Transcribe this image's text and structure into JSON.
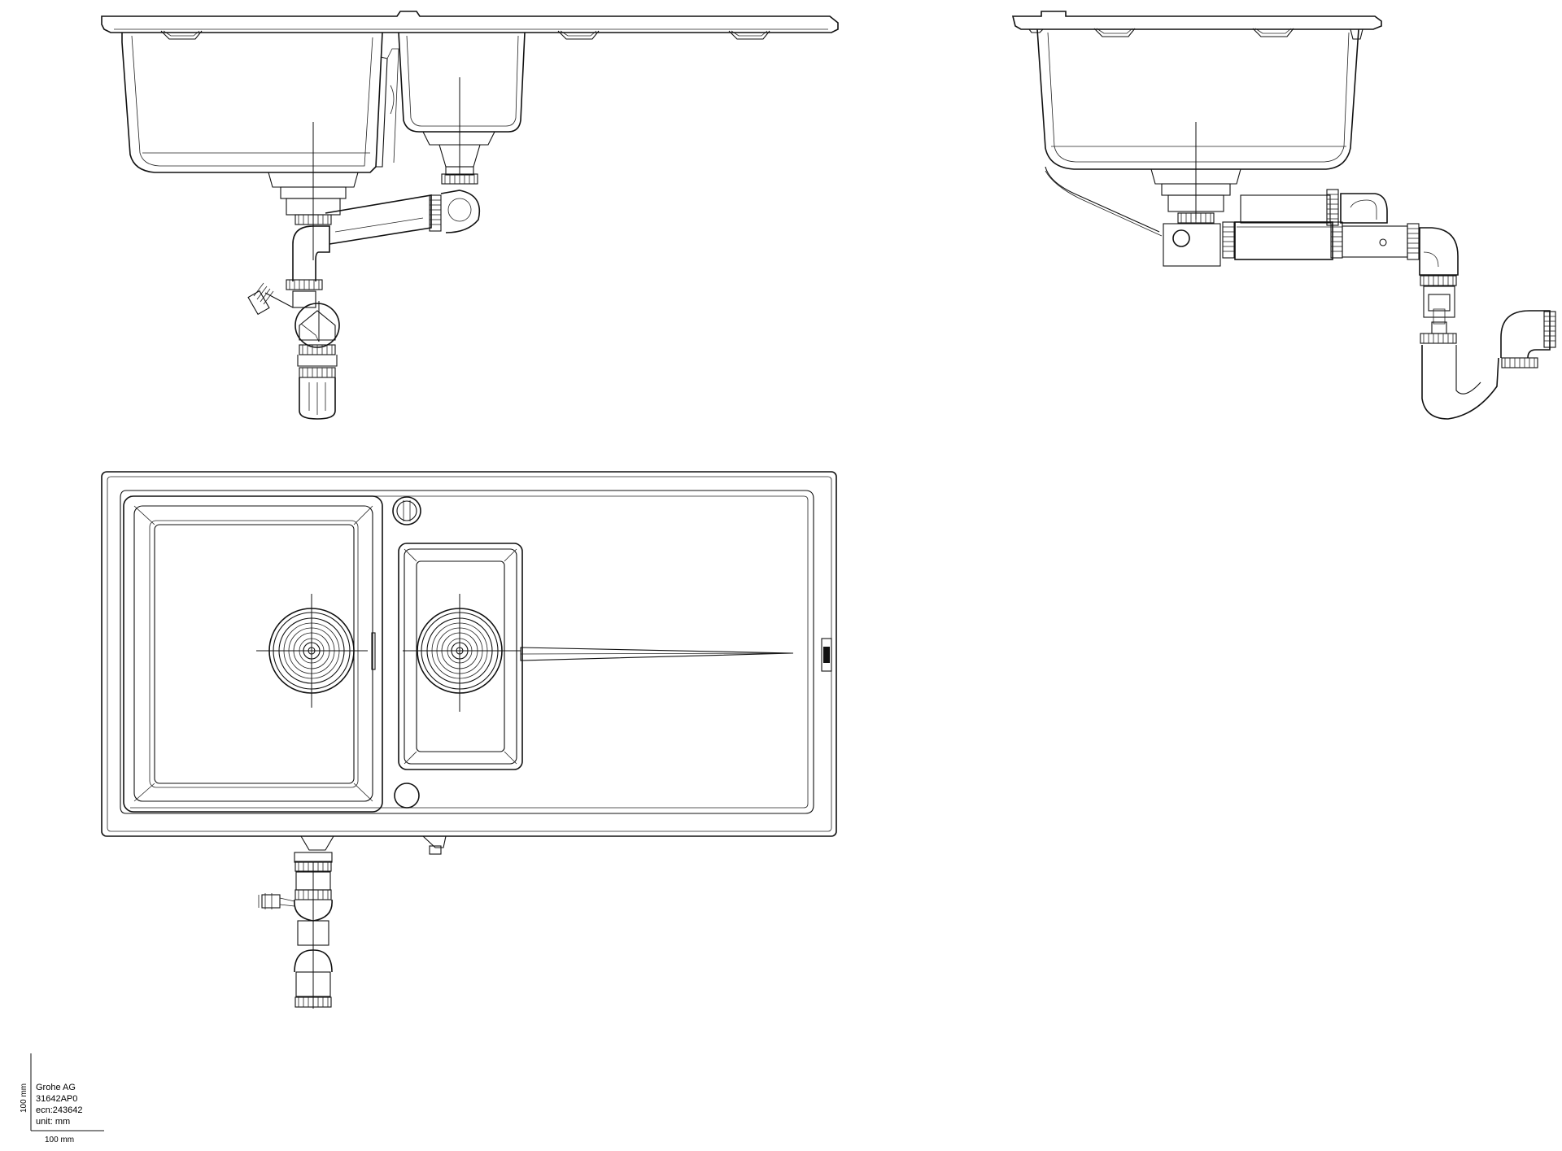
{
  "title_block": {
    "company": "Grohe AG",
    "product_code": "31642AP0",
    "ecn": "ecn:243642",
    "unit": "unit: mm",
    "scale_vertical": "100 mm",
    "scale_horizontal": "100 mm"
  },
  "colors": {
    "line": "#111111",
    "background": "#ffffff"
  }
}
